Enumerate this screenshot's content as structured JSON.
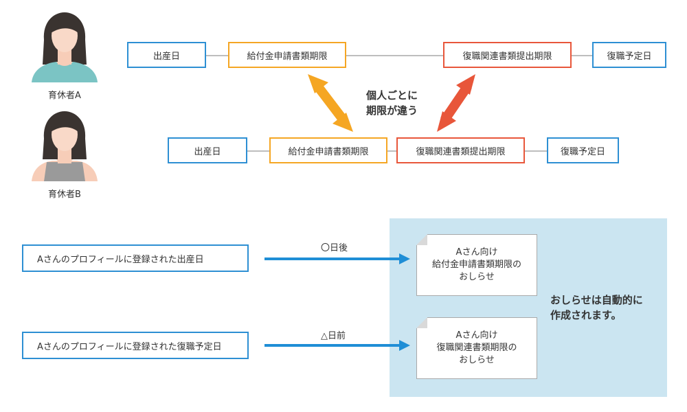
{
  "persons": {
    "a": {
      "label": "育休者A",
      "shirt_color": "#7bc4c4"
    },
    "b": {
      "label": "育休者B",
      "shirt_color": "#9a9a9a"
    }
  },
  "timeline_a": {
    "birth_date": "出産日",
    "benefit_deadline": "給付金申請書類期限",
    "return_docs_deadline": "復職関連書類提出期限",
    "return_date": "復職予定日"
  },
  "timeline_b": {
    "birth_date": "出産日",
    "benefit_deadline": "給付金申請書類期限",
    "return_docs_deadline": "復職関連書類提出期限",
    "return_date": "復職予定日"
  },
  "difference_label": {
    "line1": "個人ごとに",
    "line2": "期限が違う"
  },
  "notify_flow": {
    "row1": {
      "source": "Aさんのプロフィールに登録された出産日",
      "offset": "〇日後",
      "note_lines": [
        "Aさん向け",
        "給付金申請書類期限の",
        "おしらせ"
      ]
    },
    "row2": {
      "source": "Aさんのプロフィールに登録された復職予定日",
      "offset": "△日前",
      "note_lines": [
        "Aさん向け",
        "復職関連書類期限の",
        "おしらせ"
      ]
    },
    "auto_text": {
      "line1": "おしらせは自動的に",
      "line2": "作成されます。"
    }
  },
  "colors": {
    "blue_border": "#2d8fd3",
    "orange": "#f5a623",
    "red_orange": "#e8563a",
    "panel_bg": "#cbe5f1"
  }
}
